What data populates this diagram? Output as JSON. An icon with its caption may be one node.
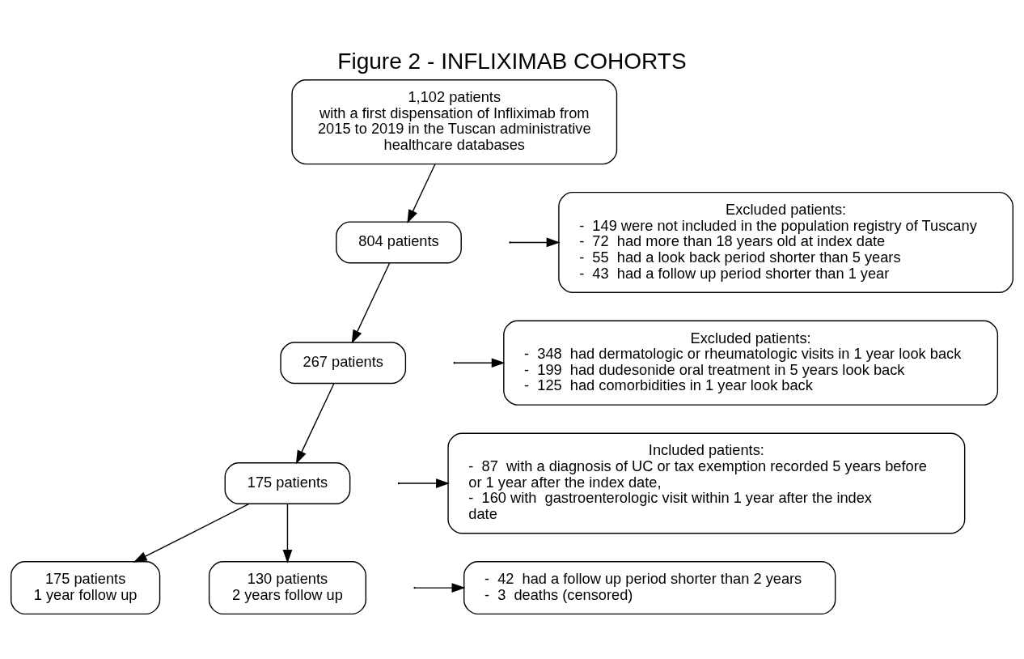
{
  "diagram": {
    "title": "Figure 2 - INFLIXIMAB COHORTS",
    "nodes": [
      {
        "text": [
          "1,102 patients",
          "with a first dispensation of Infliximab from 2015 to 2019 in the Tuscan administrative healthcare databases"
        ]
      },
      {
        "text": [
          "Excluded patients:",
          "-  149 were not included in the population registry of Tuscany",
          "-  72  had more than 18 years old at index date",
          "-  55  had a look back period shorter than 5 years",
          "-  43  had a follow up period shorter than 1 year"
        ]
      },
      {
        "text": [
          "804 patients"
        ]
      },
      {
        "text": [
          "Excluded patients:",
          "-  348  had dermatologic or rheumatologic visits in 1 year look back",
          "-  199  had dudesonide oral treatment in 5 years look back",
          "-  125  had comorbidities in 1 year look back"
        ]
      },
      {
        "text": [
          "267 patients"
        ]
      },
      {
        "text": [
          "Included patients:",
          "-  87  with a diagnosis of UC or tax exemption recorded 5 years before or 1 year after the index date,",
          "-  160 with  gastroenterologic visit within 1 year after the index date"
        ]
      },
      {
        "text": [
          "175 patients"
        ]
      },
      {
        "text": [
          "-  42  had a follow up period shorter than 2 years",
          "-  3  deaths (censored)"
        ]
      },
      {
        "text": [
          "175 patients",
          "1 year follow up"
        ]
      },
      {
        "text": [
          "130 patients",
          "2 years follow up"
        ]
      }
    ],
    "edges": [
      {
        "from": 0,
        "to": 2,
        "arrow": "to"
      },
      {
        "from": null,
        "to": 1,
        "arrow": "to"
      },
      {
        "from": 2,
        "to": 4,
        "arrow": "to"
      },
      {
        "from": null,
        "to": 3,
        "arrow": "to"
      },
      {
        "from": 4,
        "to": 6,
        "arrow": "to"
      },
      {
        "from": null,
        "to": 5,
        "arrow": "to"
      },
      {
        "from": 6,
        "to": 8,
        "arrow": "to"
      },
      {
        "from": 6,
        "to": 9,
        "arrow": "to"
      },
      {
        "from": null,
        "to": 7,
        "arrow": "to"
      }
    ]
  }
}
